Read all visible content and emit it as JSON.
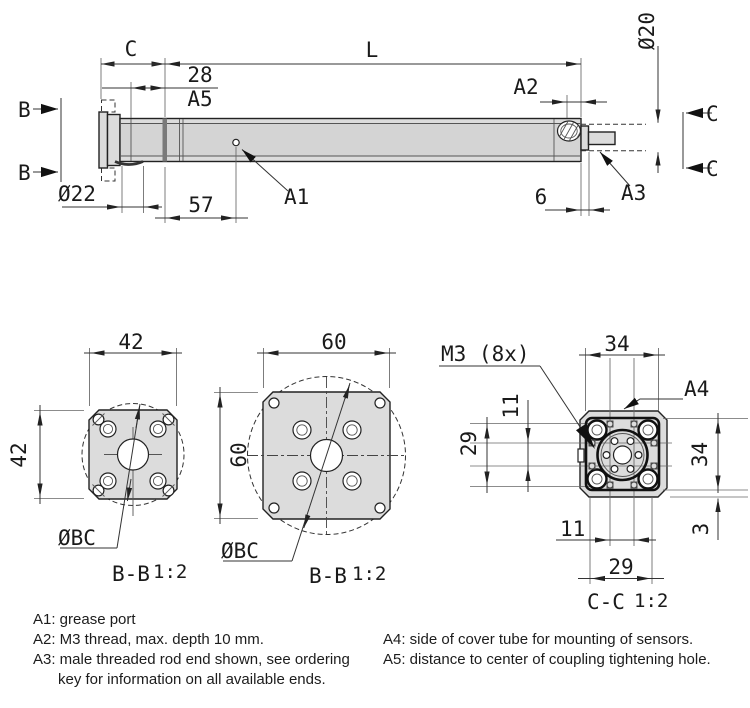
{
  "main_view": {
    "dim_c": "C",
    "dim_l": "L",
    "dim_28": "28",
    "dim_a5": "A5",
    "dim_a2": "A2",
    "dim_dia20": "Ø20",
    "dim_dia22": "Ø22",
    "dim_57": "57",
    "dim_6": "6",
    "label_a1": "A1",
    "label_a3": "A3",
    "section_b": "B",
    "section_c": "C"
  },
  "view_bb_small": {
    "dim_w": "42",
    "dim_h": "42",
    "bolt_circle": "ØBC",
    "caption": "B-B",
    "scale": "1:2"
  },
  "view_bb_large": {
    "dim_w": "60",
    "dim_h": "60",
    "bolt_circle": "ØBC",
    "caption": "B-B",
    "scale": "1:2"
  },
  "view_cc": {
    "dim_w": "34",
    "dim_h": "34",
    "dim_3": "3",
    "dim_11_left": "11",
    "dim_29_left": "29",
    "dim_11_bottom": "11",
    "dim_29_bottom": "29",
    "label_m3": "M3 (8x)",
    "label_a4": "A4",
    "caption": "C-C",
    "scale": "1:2"
  },
  "legend": {
    "a1": "A1: grease port",
    "a2": "A2: M3 thread, max. depth 10 mm.",
    "a3_line1": "A3: male threaded rod end shown, see ordering",
    "a3_line2": "key for information on all available ends.",
    "a4": "A4: side of cover tube for mounting of sensors.",
    "a5": "A5: distance to center of coupling tightening hole."
  },
  "colors": {
    "part_fill": "#dcdcdc",
    "part_fill_dark": "#d4d4d4",
    "coupling_band": "#7a7a7a",
    "line": "#222222",
    "background": "#ffffff"
  }
}
